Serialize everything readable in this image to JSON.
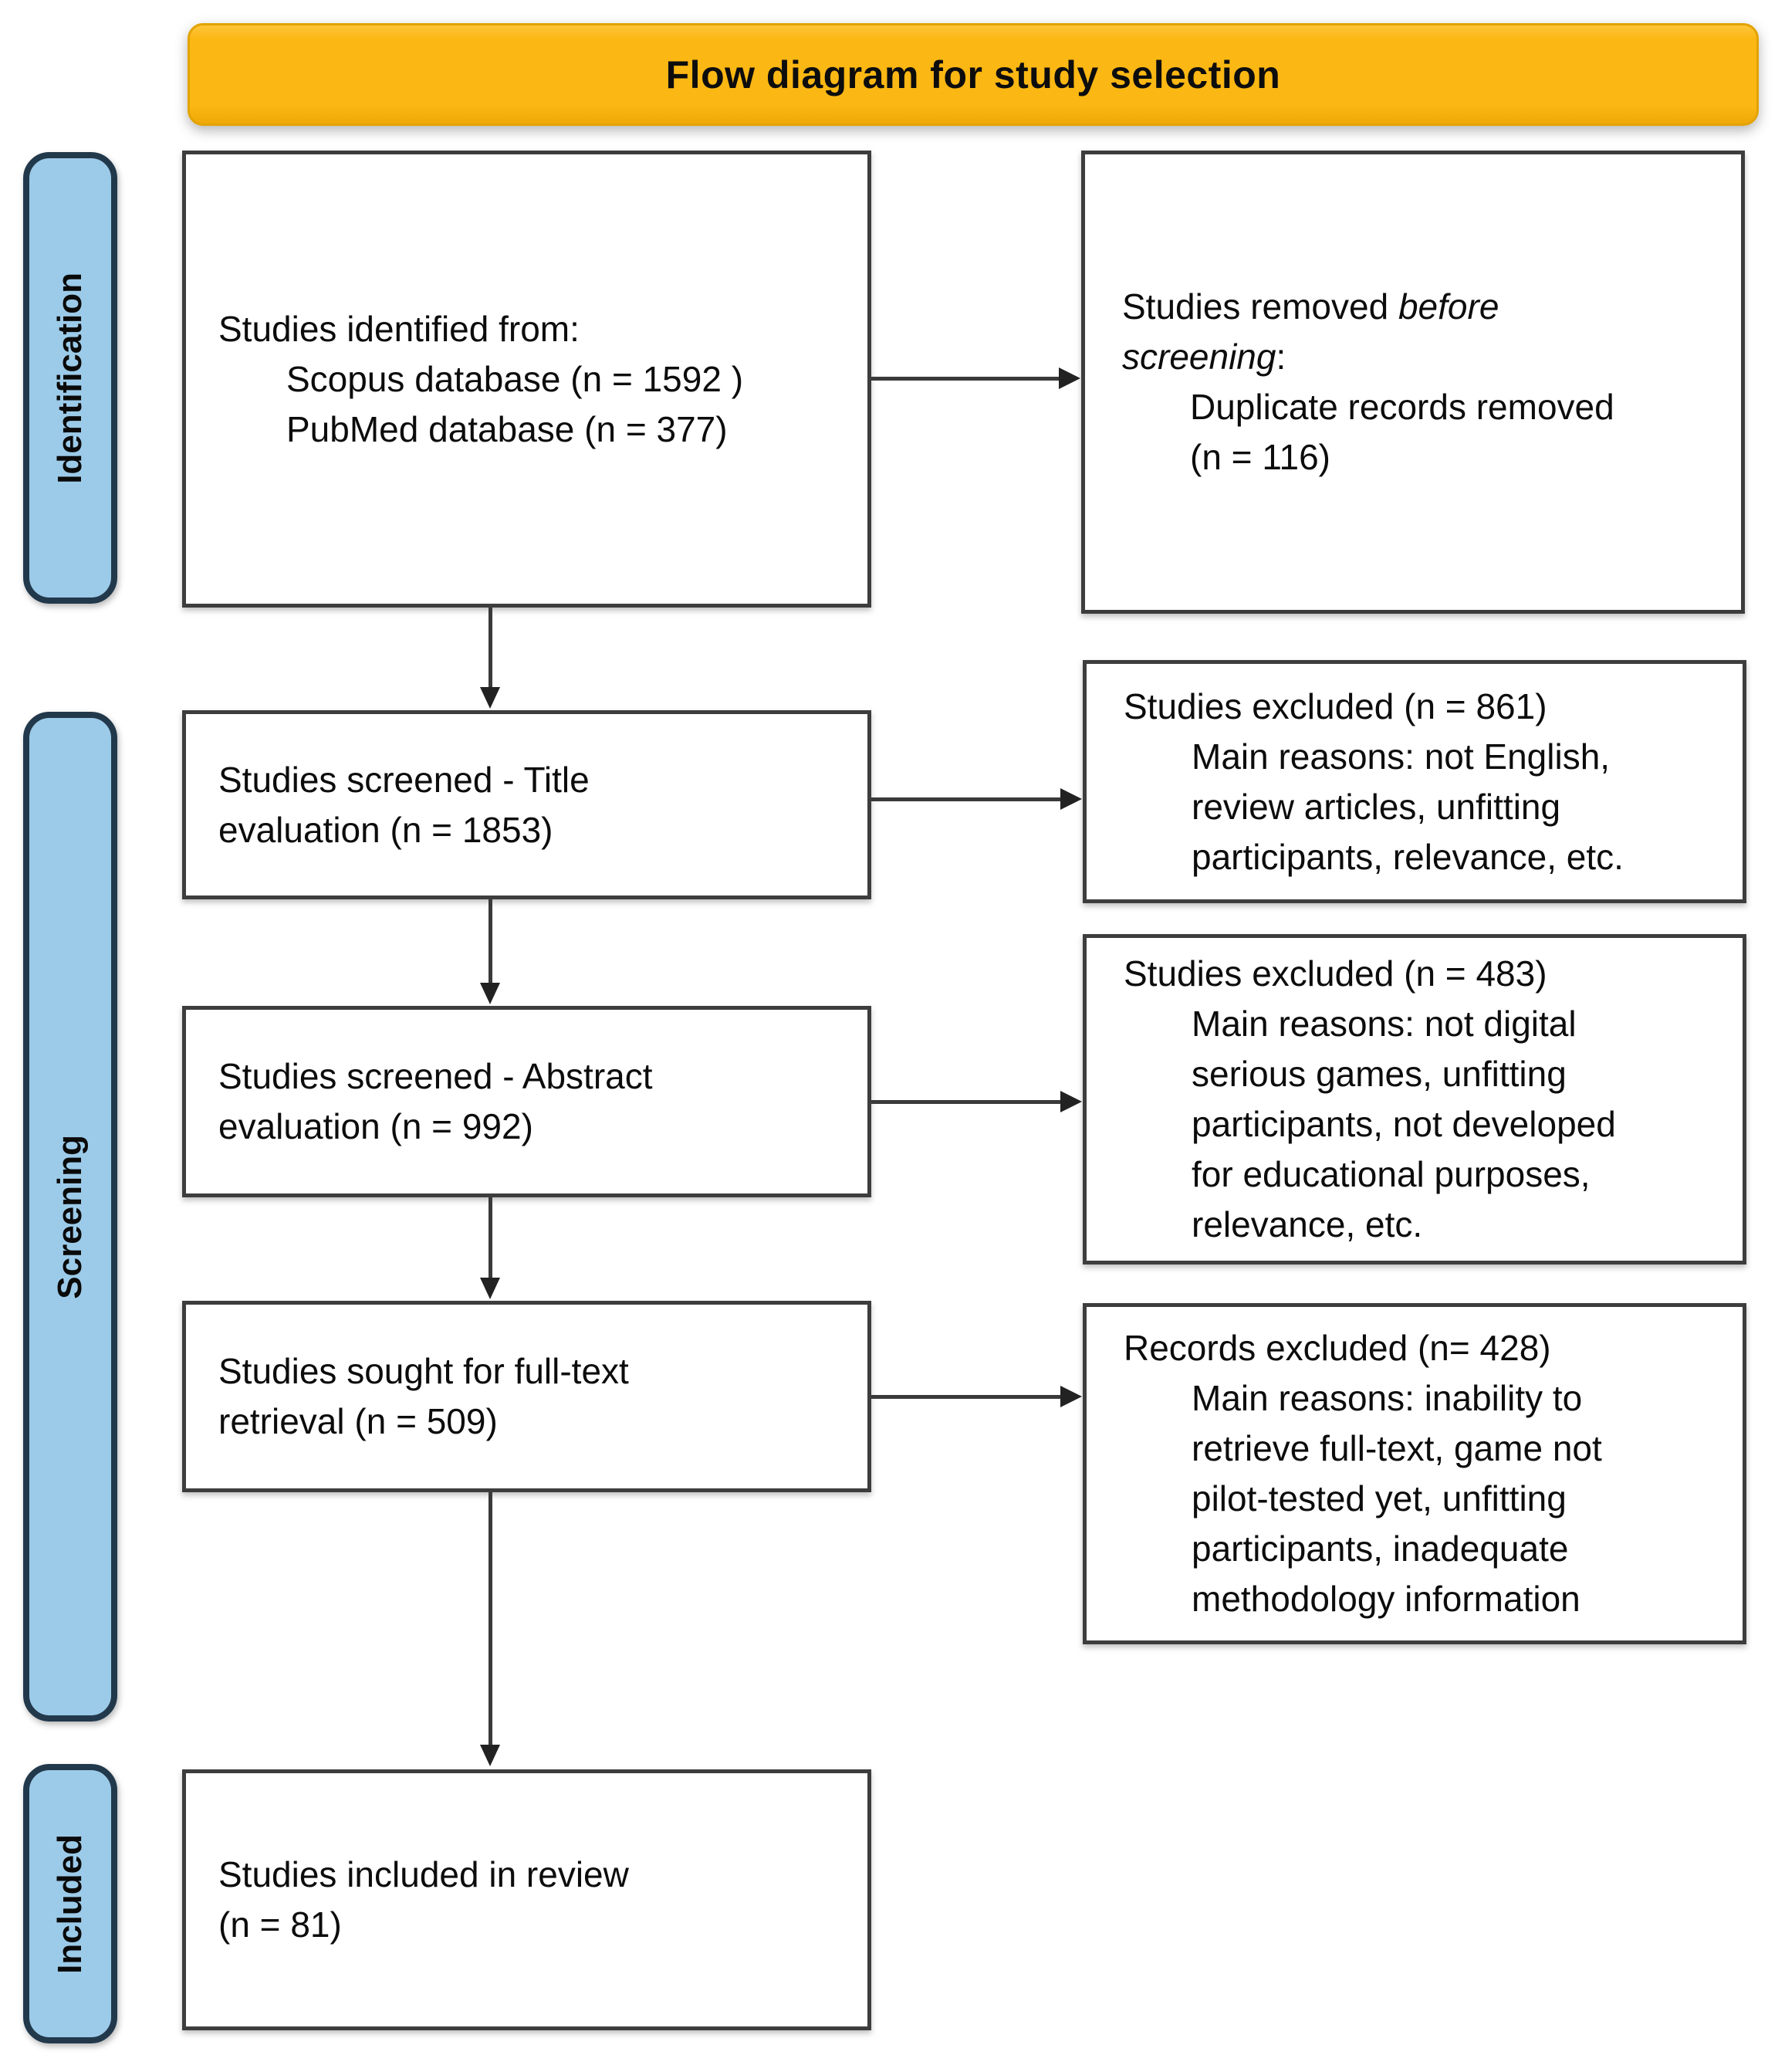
{
  "banner": {
    "title": "Flow diagram for study selection",
    "fill_color": "#FBB713"
  },
  "stages": {
    "identification": "Identification",
    "screening": "Screening",
    "included": "Included"
  },
  "colors": {
    "stage_fill": "#9CCBE9",
    "stage_border": "#22384B",
    "box_border": "#3D3D3D",
    "arrow": "#3A3A3A",
    "text": "#0C0C0C"
  },
  "main_boxes": {
    "identified": {
      "line1": "Studies identified from:",
      "line2": "Scopus database (n = 1592 )",
      "line3": "PubMed database (n = 377)"
    },
    "screened_title": {
      "line1": "Studies screened - Title",
      "line2": "evaluation (n = 1853)"
    },
    "screened_abstract": {
      "line1": "Studies screened - Abstract",
      "line2": "evaluation (n = 992)"
    },
    "fulltext_retrieval": {
      "line1": "Studies sought for full-text",
      "line2": "retrieval (n = 509)"
    },
    "included_review": {
      "line1": "Studies included in review",
      "line2": "(n = 81)"
    }
  },
  "side_boxes": {
    "removed_before_screening": {
      "l1_normal": "Studies removed ",
      "l1_italic": "before",
      "l2_italic": "screening",
      "l2_normal": ":",
      "l3": "Duplicate records removed",
      "l4": "(n = 116)"
    },
    "excluded_title": {
      "l1": "Studies excluded (n = 861)",
      "l2": "Main reasons: not English,",
      "l3": "review articles, unfitting",
      "l4": "participants, relevance, etc."
    },
    "excluded_abstract": {
      "l1": "Studies excluded (n = 483)",
      "l2": "Main reasons: not digital",
      "l3": "serious games, unfitting",
      "l4": "participants, not developed",
      "l5": "for educational purposes,",
      "l6": "relevance, etc."
    },
    "excluded_fulltext": {
      "l1": "Records excluded (n= 428)",
      "l2": "Main reasons: inability to",
      "l3": "retrieve full-text, game not",
      "l4": "pilot-tested yet, unfitting",
      "l5": "participants, inadequate",
      "l6": "methodology information"
    }
  }
}
